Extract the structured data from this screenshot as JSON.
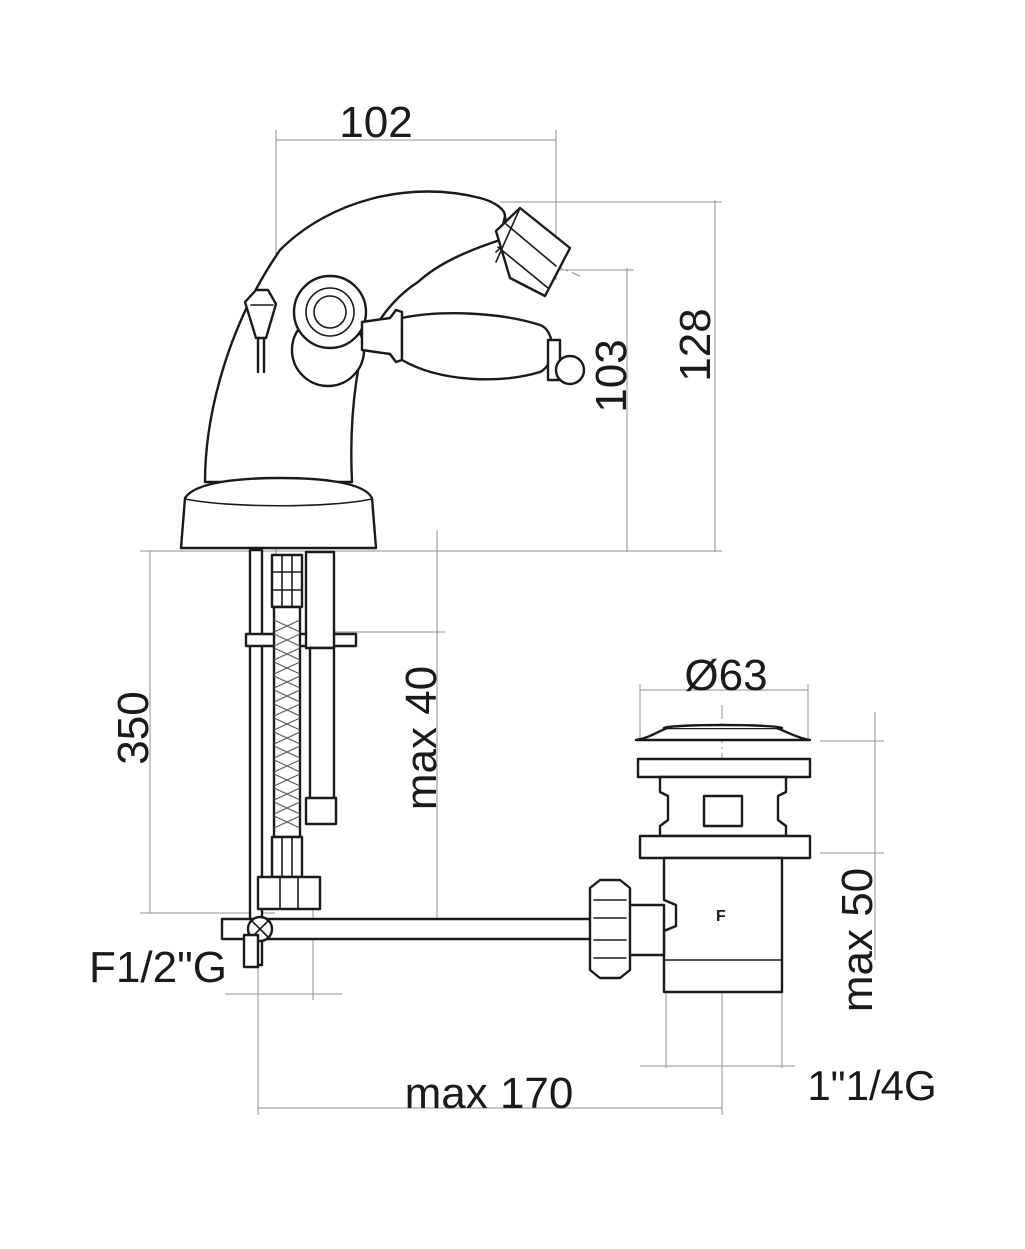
{
  "dimensions": {
    "width_top": "102",
    "height_spout": "103",
    "height_total": "128",
    "under_deck": "350",
    "deck_max": "max 40",
    "waste_diameter": "Ø63",
    "waste_max": "max 50",
    "inlet_thread": "F1/2\"G",
    "rod_max": "max 170",
    "waste_thread": "1\"1/4G"
  },
  "marks": {
    "waste_letter": "F"
  }
}
